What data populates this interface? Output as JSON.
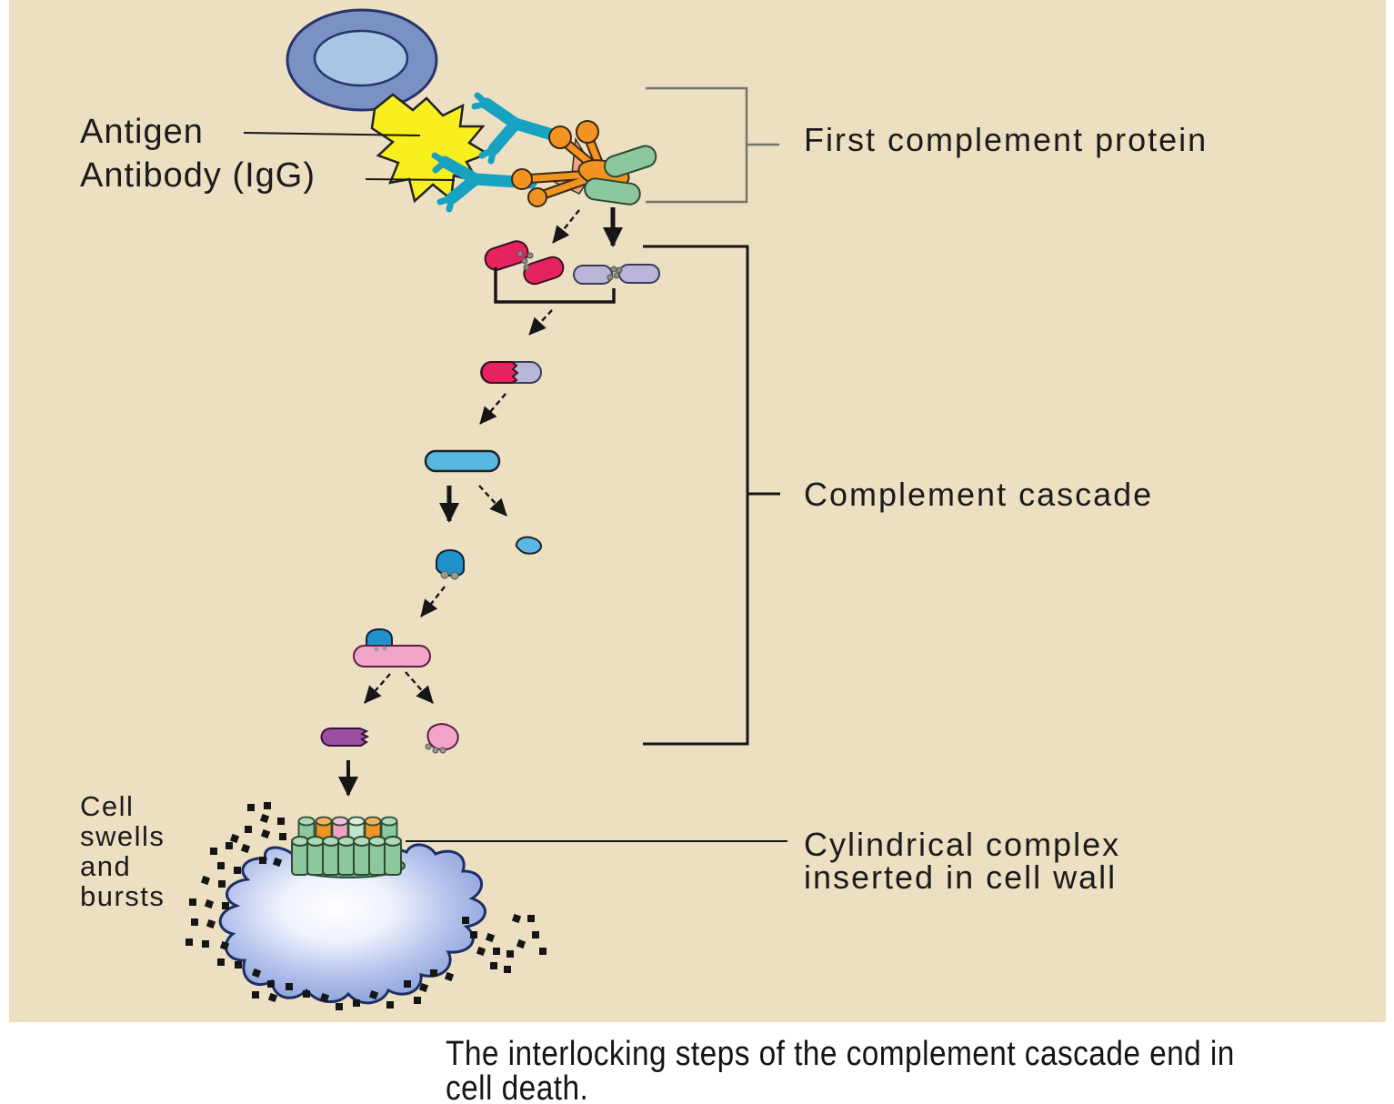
{
  "figure": {
    "labels": {
      "antigen": "Antigen",
      "antibody": "Antibody (IgG)",
      "first_complement_protein": "First complement protein",
      "complement_cascade": "Complement cascade",
      "cylindrical_complex": [
        "Cylindrical complex",
        "inserted in cell wall"
      ],
      "cell_swells": [
        "Cell",
        "swells",
        "and",
        "bursts"
      ]
    },
    "caption": [
      "The interlocking steps of the complement cascade end in",
      "cell death."
    ],
    "colors": {
      "panel_background": "#ecdfc2",
      "page_background": "#ffffff",
      "text": "#1b1b1b",
      "cell_outer_blue": "#7b91c6",
      "cell_inner_blue": "#a9c4e4",
      "antigen_yellow": "#f9ee1e",
      "antibody_teal": "#17a2c2",
      "complement_orange": "#f29322",
      "complement_salmon": "#efa184",
      "complement_green": "#8cc79d",
      "fragment_crimson": "#e5245f",
      "fragment_lavender": "#b9b6da",
      "fragment_skyblue": "#56b7e3",
      "fragment_blue": "#2191cb",
      "fragment_pink": "#f2a5c9",
      "fragment_purple": "#9a4fa0",
      "burst_cell_blue": "#7e97d6"
    }
  }
}
